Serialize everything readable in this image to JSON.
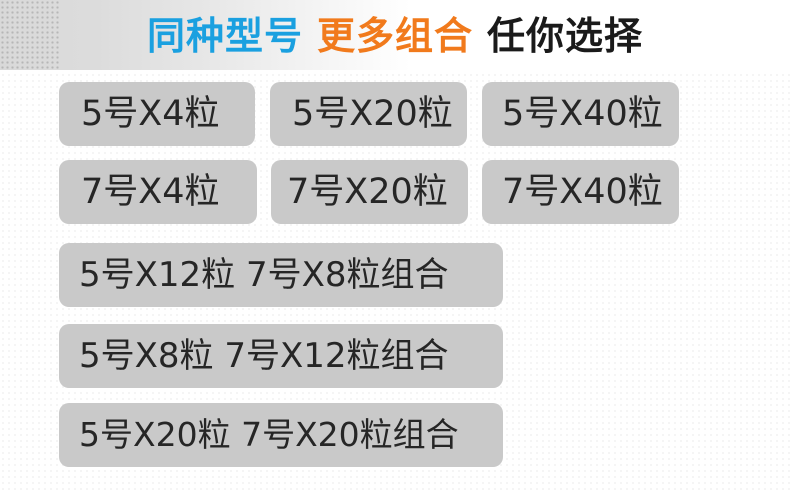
{
  "header": {
    "title_part1": "同种型号",
    "title_part2": "更多组合",
    "title_part3": "任你选择",
    "colors": {
      "part1": "#1aa0e0",
      "part2": "#f17a1c",
      "part3": "#1a1a1a"
    }
  },
  "options": {
    "row1": [
      "5号X4粒",
      "5号X20粒",
      "5号X40粒"
    ],
    "row2": [
      "7号X4粒",
      "7号X20粒",
      "7号X40粒"
    ],
    "combos": [
      "5号X12粒 7号X8粒组合",
      "5号X8粒 7号X12粒组合",
      "5号X20粒 7号X20粒组合"
    ]
  },
  "style": {
    "button_bg": "#c9c9c9",
    "button_text": "#262626"
  }
}
